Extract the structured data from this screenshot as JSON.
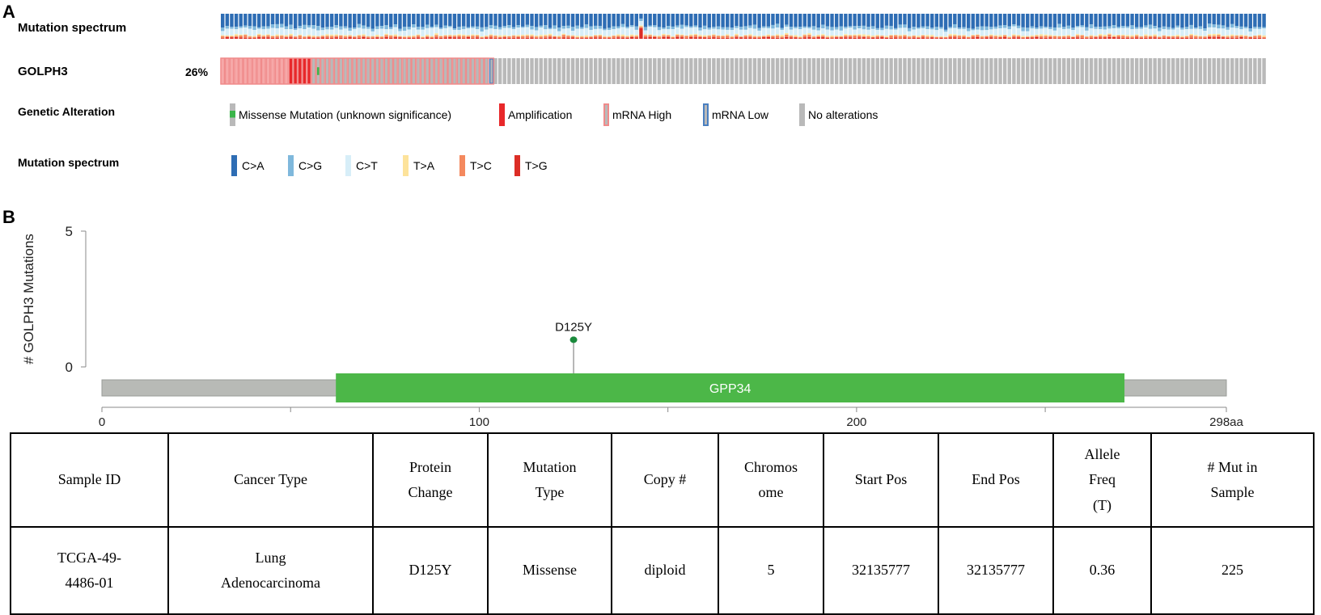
{
  "panel_a": {
    "letter": "A",
    "track_labels": {
      "mutation_spectrum": "Mutation spectrum",
      "gene": "GOLPH3",
      "genetic_alteration": "Genetic Alteration",
      "mutation_spectrum_legend": "Mutation spectrum"
    },
    "gene_alteration_percent": "26%",
    "altered_fraction": 0.26,
    "genetic_alteration_legend": [
      {
        "label": "Missense Mutation (unknown significance)",
        "kind": "missense"
      },
      {
        "label": "Amplification",
        "kind": "amp"
      },
      {
        "label": "mRNA High",
        "kind": "mrnahigh"
      },
      {
        "label": "mRNA Low",
        "kind": "mrnalow"
      },
      {
        "label": "No alterations",
        "kind": "noalt"
      }
    ],
    "mutation_spectrum_legend": [
      {
        "label": "C>A",
        "color": "#2e6db4"
      },
      {
        "label": "C>G",
        "color": "#7fb8dc"
      },
      {
        "label": "C>T",
        "color": "#d7eef8"
      },
      {
        "label": "T>A",
        "color": "#fde39b"
      },
      {
        "label": "T>C",
        "color": "#f4895e"
      },
      {
        "label": "T>G",
        "color": "#dc2d26"
      }
    ],
    "colors": {
      "amplification": "#e8282a",
      "mrna_high_border": "#f08b8b",
      "mrna_low_border": "#4a7fc0",
      "no_alteration": "#b9b9b9",
      "missense": "#3bb54a"
    }
  },
  "panel_b": {
    "letter": "B",
    "y_axis_label": "# GOLPH3 Mutations",
    "y_ticks": [
      "5",
      "0"
    ],
    "y_range": [
      0,
      5
    ],
    "protein_length": 298,
    "x_ticks": [
      "0",
      "100",
      "200"
    ],
    "x_end_label": "298aa",
    "domain": {
      "name": "GPP34",
      "start": 62,
      "end": 271,
      "color": "#4cb748"
    },
    "mutations": [
      {
        "label": "D125Y",
        "position": 125,
        "count": 1,
        "color": "#1a8a3c"
      }
    ]
  },
  "table": {
    "headers": [
      [
        "Sample ID"
      ],
      [
        "Cancer Type"
      ],
      [
        "Protein",
        "Change"
      ],
      [
        "Mutation",
        "Type"
      ],
      [
        "Copy #"
      ],
      [
        "Chromos",
        "ome"
      ],
      [
        "Start Pos"
      ],
      [
        "End Pos"
      ],
      [
        "Allele",
        "Freq",
        "(T)"
      ],
      [
        "# Mut in",
        "Sample"
      ]
    ],
    "rows": [
      [
        [
          "TCGA-49-",
          "4486-01"
        ],
        [
          "Lung",
          "Adenocarcinoma"
        ],
        [
          "D125Y"
        ],
        [
          "Missense"
        ],
        [
          "diploid"
        ],
        [
          "5"
        ],
        [
          "32135777"
        ],
        [
          "32135777"
        ],
        [
          "0.36"
        ],
        [
          "225"
        ]
      ]
    ]
  }
}
